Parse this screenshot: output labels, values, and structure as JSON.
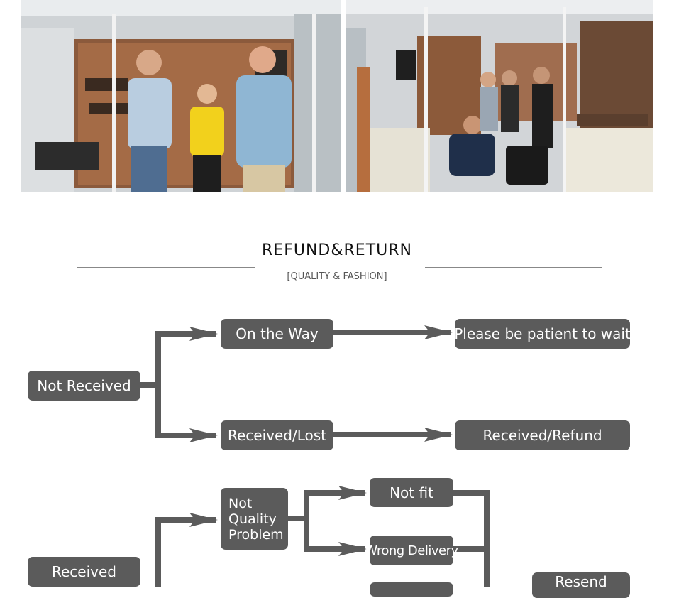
{
  "photos": {
    "left_alt": "",
    "right_alt": ""
  },
  "heading": {
    "title": "REFUND&RETURN",
    "subtitle": "[QUALITY & FASHION]"
  },
  "flow": {
    "not_received": "Not Received",
    "on_the_way": "On the Way",
    "please_wait": "Please be patient to wait",
    "received_lost": "Received/Lost",
    "received_refund": "Received/Refund",
    "received": "Received",
    "not_quality_problem": "Not\nQuality\nProblem",
    "not_fit": "Not fit",
    "wrong_delivery": "Wrong Delivery",
    "resend": "Resend"
  },
  "colors": {
    "box": "#5b5b5b",
    "arrow": "#5b5b5b",
    "text": "#ffffff"
  }
}
